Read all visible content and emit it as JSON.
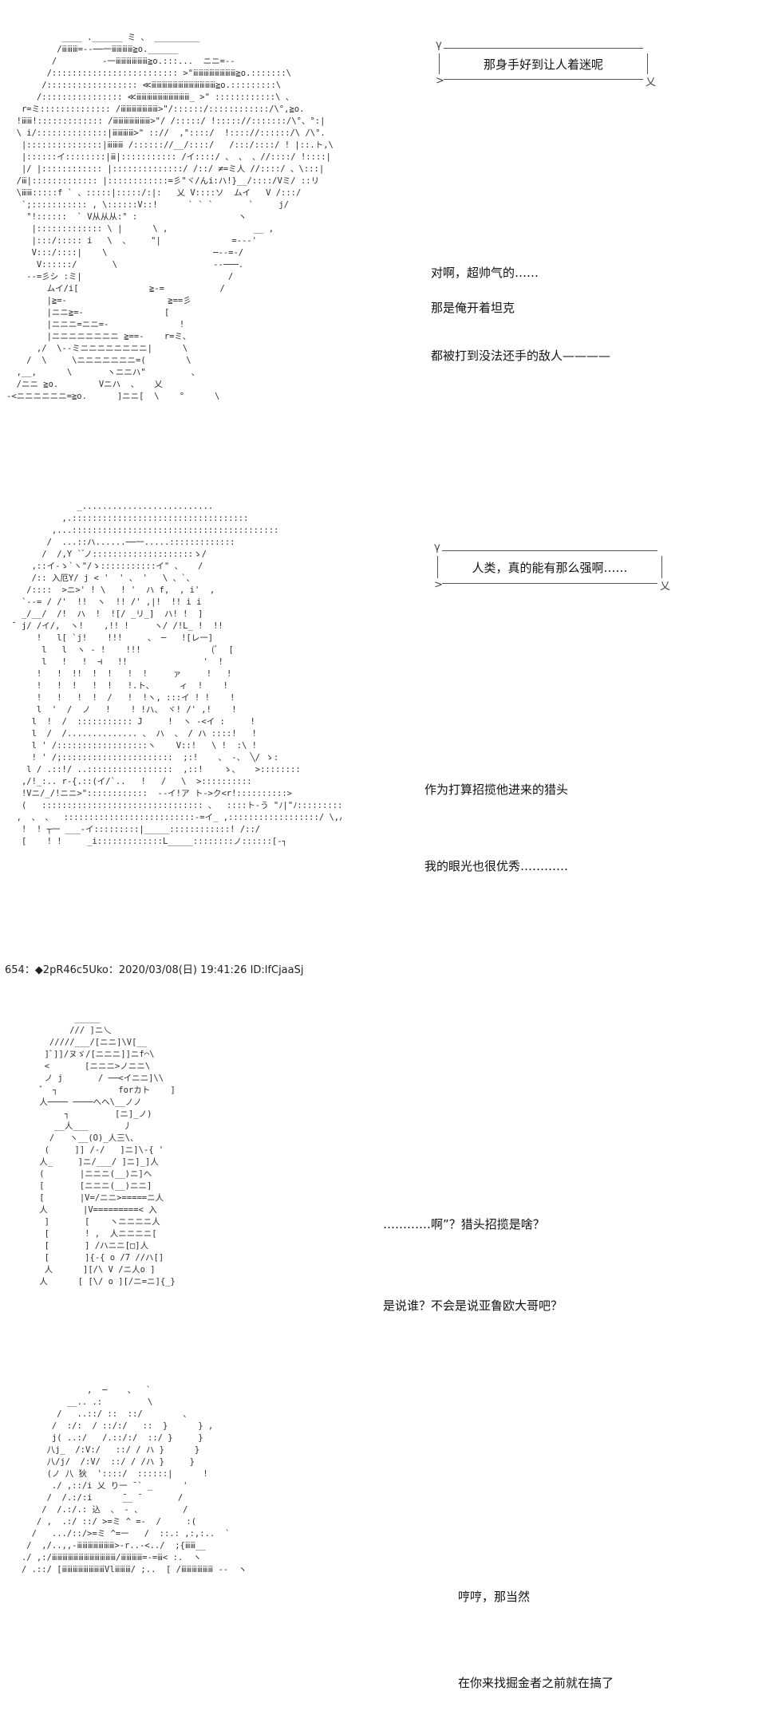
{
  "panels": [
    {
      "bubble": "那身手好到让人着迷呢",
      "lines": [
        "对啊，超帅气的……",
        "那是俺开着坦克",
        "都被打到没法还手的敌人————"
      ]
    },
    {
      "bubble": "人类，真的能有那么强啊……",
      "lines": [
        "作为打算招揽他进来的猎头",
        "我的眼光也很优秀…………"
      ]
    },
    {
      "lines": [
        "…………啊”？猎头招揽是啥？",
        "是说谁？不会是说亚鲁欧大哥吧？"
      ]
    },
    {
      "lines": [
        "哼哼，那当然",
        "在你来找掘金者之前就在搞了"
      ]
    }
  ],
  "post_header": "654：◆2pR46c5Uko：2020/03/08(日) 19:41:26 ID:lfCjaaSj",
  "bubble_marks": {
    "open": "γ",
    "close": "乂",
    "arrow": ">"
  },
  "art": {
    "face": "           ____ .______ ミ 、 _________\n          /ⅲⅲⅲ=--──一ⅲⅲⅲⅲ≧o.______\n         /         ‐一ⅲⅲⅲⅲⅲⅲ≧o.:::...  ニニ=--\n        /::::::::::::::::::::::::: >\"ⅲⅲⅲⅲⅲⅲⅲⅲ≧o.:::::::\\\n       /:::::::::::::::::: ≪ⅲⅲⅲⅲⅲⅲⅲⅲⅲⅲⅲⅲ≧o.:::::::::\\\n      /:::::::::::::::: ≪ⅲⅲⅲⅲⅲⅲⅲⅲⅲⅲ_ >\" ::::::::::::\\ 、\n   r=ミ:::::::::::::: /ⅲⅲⅲⅲⅲⅲⅲ>\"/::::::/::::::::::::/\\°,≧o.\n  !ⅲⅲ!::::::::::::: /ⅲⅲⅲⅲⅲⅲⅲ>\"/ /:::::/ !::::://:::::::/\\°、°:|\n  \\ i/::::::::::::::|ⅲⅲⅲⅲ>\" :://  ,\"::::/  !:::://::::::/\\ /\\°.\n   |:::::::::::::::|ⅲⅲⅲ /:::::://__/::::/   /:::/::::/ ! |::.ト,\\\n   |::::::イ::::::::|ⅲ|::::::::::: /イ::::/ 、 、 、//::::/ !::::|  ゞ]\n   |/ |:::::::::::: |::::::::::::::/ /::/ ≠=ミ人 //::::/ 、\\:::|\n  /ⅲ|::::::::::::: |::::::::::::=彡\"ヾ/んi:ハ!}__/::::/Vミ/ ::リ\n  \\ⅲⅲ:::::f ` 、:::::|:::::/:|:   乂 V::::ソ  ムイ   V /:::/\n   `;::::::::::: , \\::::::V::!      ` ` `       `     j/\n    °!::::::  ` V从从从:° :                    ヽ\n     |::::::::::::: \\ |      \\ ,                 __ ,\n     |:::/::::: i   \\  、    \"|              =--‐'\n     V:::/::::|    \\                     ─‐‐=-/\n      V::::::/       \\                   --───.\n    --=彡シ :ミ|                             /\n        ムイ/i[              ≧-=           /\n        |≧=-                    ≧==彡\n        |ニニ≧=-                [\n        |ニニニ=ニニ=-              !\n        |ニニニニニニニニ ≧==-    r=ミ、\n      ,/  \\--ミニニニニニニニニ|      \\\n    /  \\     \\ニニニニニニニ=(        \\\n  ,__,      \\       ヽニニハ\"         、\n  /ニニ ≧o.        Vニハ  、   乂\n-<ニニニニニニ=≧o.      ]ニニ[  \\    °      \\",
    "tall": "              _..........................\n           ,.:::::::::::::::::::::::::::::::::::\n         ,...:::::::::::::::::::::::::::::::::::::::::\n        /  ...::ハ......──一.....:::::::::::::\n       /  /,Y ` ゙ノ::::::::::::::::::::ゝ/\n     ,::イ-ゝ`ヽ\"/ゝ:::::::::::イ\" 、   /\n     /:: 入厄Y/ j < '  ' 、 '   \\ 、`、\n    /::::  >ニ>' ! \\   ! '  ハ f,  , i'  ,\n   `--= / /'  !!  ヽ  !! /' ,|!  !! i i\n   _/__/  /!  ハ  !  ![/ _リ_]  ハ! !  ]\n ̄  j/ /イ/,  ヽ!    ,!! !     ヽ/ /!L_ !  !!\n      !   l[ `j!    !!!     、 ─   ![レ一]\n       l   l  ヽ - !    !!!              (ﾞ  [\n       l   !   !  ⊣   !!               '  !\n      !   !  !!  !  !   !  !     ァ     !   !\n      !   !  !   !  !   !.ト、     ィ  !    !\n      !   !   !  !  /   !  !ヽ, :::イ ! !    !\n      l  '  /  ノ   !    ! !ハ、 ヾ! /' ,!    !\n     l  !  /  ::::::::::: J     !  ヽ -<イ :     !\n     l  /  /.............. 、 ハ  、 / ハ ::::!   !\n     l ' /::::::::::::::::::ヽ    V::!   \\ !  :\\ !\n     ! ' /;::::::::::::::::::::::  ;:!    、 -、 ╲/ ゝ:\n    l / .::!/ ..:::::::::::::::::  ,::!    ゝ、   >::::::::\n   ,/!_:.. r-{.::(イ/`..   !   /   \\  >::::::::::\n   !Vニ/_/!ニニ>\"::::::::::::  ‐-イ!ア ト‐>ク<r!::::::::::>\n   (   :::::::::::::::::::::::::::::::: 、  ::::ト-う \"ﾉ|\"ﾉ::::::::::\n  ,  、 、  ::::::::::::::::::::::::::-=イ_ ,::::::::::::::::::/ \\,/\n   !  ! ┬一 ___-イ:::::::::|_____::::::::::::! /::/\n   [    ! !     _i:::::::::::::L_____::::::::ノ::::::[-┐",
    "small": "           _____\n          /// ]ニ乀\n      /////___/[ニニ]\\V[__\n     ]ﾞ]]/ヌゞ/[ニニニ]]ニf⌒\\\n     <       [ニニニ>ノニニ\\\n     ノ j       / ──<イニニ]\\\\\n    ゛ ┐            forカト    ]\n    人──── ────へヘ\\__ノノ\n         ┐         [ニ]_ノ)\n       __人___       丿\n      /   ヽ__(O)_人三\\、\n     (     ]] /-/   ]ニ]\\-{ '\n    人_     ]ニ/___/ ]ニ]_]人\n    (       |ニニニ(__)ニ]ヘ\n    [       [ニニニ(__)ニニ]\n    [       |V=/ニニ>=====ニ人\n    人       |V=========< 入\n     ]       [    ヽニニニニ人\n     [       ! ,  人ニニニニ[\n     [       ] /ハニニ[□]人\n     [       ]{-{ o /7 //ハ[]\n     人      ][/\\ V /ニ人o ]\n    人      [ [\\/ o ][/ニ=ニ]{_}",
    "bottom": "                ,  ─    、  `\n            __.. .:         \\\n          /   ..::/ ::  ::/        、\n         /  :/:  / ::/:/   ::  }      } ,\n         j( ..:/   /.::/:/  ::/ }     }\n        八j_  /:V:/   ::/ / ハ }      }\n        八/j/  /:V/  ::/ / /ハ }     }\n        (ノ 八 狄  '::::/  ::::::|      !\n         ./ ,::/i 乂 り一 ̄ ` _      '\n        /  /.:/:i      ̄__ ̄        /\n       /  /.:/.: 込  、 - 、        /\n      / ,  .:/ ::/ >=ミ ^ =-  /     :(\n     /   .../::/>=ミ ^=ー   /  ::.: ,:,:..  `\n    /  ,/..,,-ⅲⅲⅲⅲⅲⅲⅲ>-r..-<../  ;{ⅲⅲ__\n   ./ ,:/ⅲⅲⅲⅲⅲⅲⅲⅲⅲⅲⅲⅲ/ⅲⅲⅲⅲ=-=ⅲ< :.  ヽ\n   / .::/ [ⅲⅲⅲⅲⅲⅲⅲⅲVlⅲⅲⅲ/ ;..  [ /ⅲⅲⅲⅲⅲⅲ --  ヽ"
  }
}
